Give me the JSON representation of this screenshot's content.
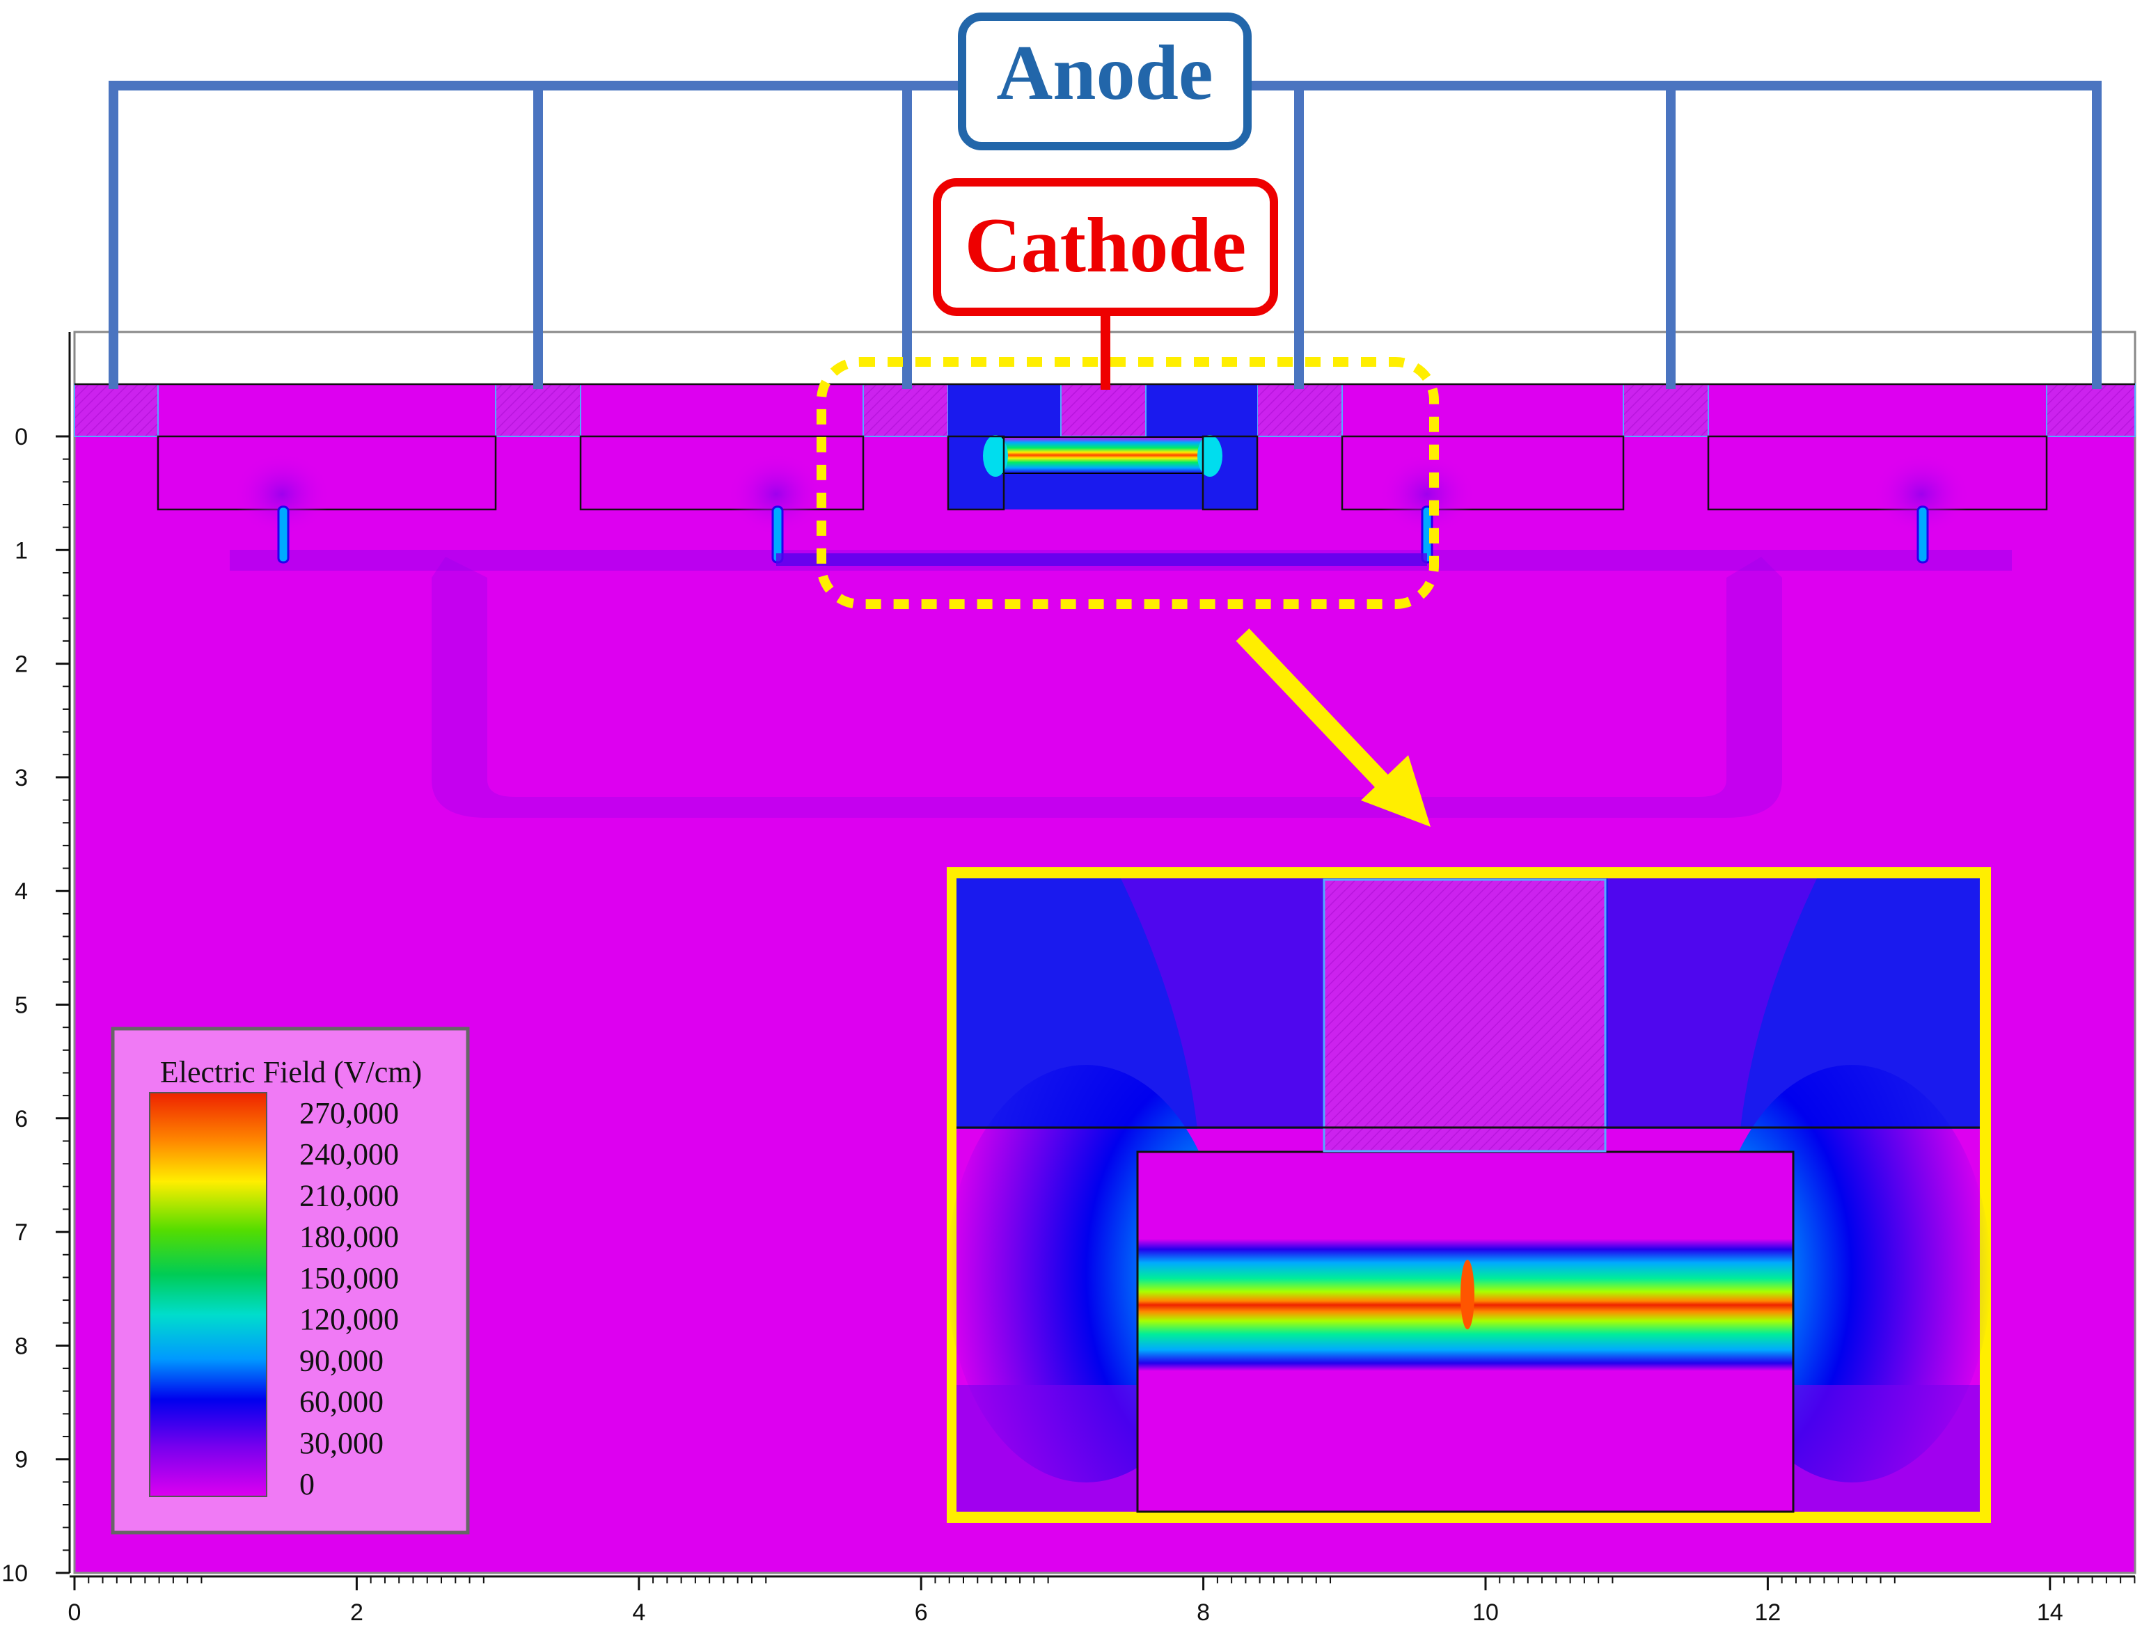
{
  "labels": {
    "anode": "Anode",
    "cathode": "Cathode"
  },
  "axes": {
    "x_ticks": [
      "0",
      "2",
      "4",
      "6",
      "8",
      "10",
      "12",
      "14"
    ],
    "y_ticks": [
      "0",
      "1",
      "2",
      "3",
      "4",
      "5",
      "6",
      "7",
      "8",
      "9",
      "10"
    ],
    "x_range": [
      0,
      14.6
    ],
    "y_range": [
      -0.45,
      10
    ]
  },
  "legend": {
    "title": "Electric Field (V/cm)",
    "values": [
      "270,000",
      "240,000",
      "210,000",
      "180,000",
      "150,000",
      "120,000",
      "90,000",
      "60,000",
      "30,000",
      "0"
    ]
  },
  "colors": {
    "background_field": "#dd00f0",
    "anode_outline": "#3366bb",
    "anode_text": "#2266aa",
    "cathode_outline": "#ee0000",
    "highlight": "#ffee00",
    "legend_bg": "#f07af5"
  }
}
